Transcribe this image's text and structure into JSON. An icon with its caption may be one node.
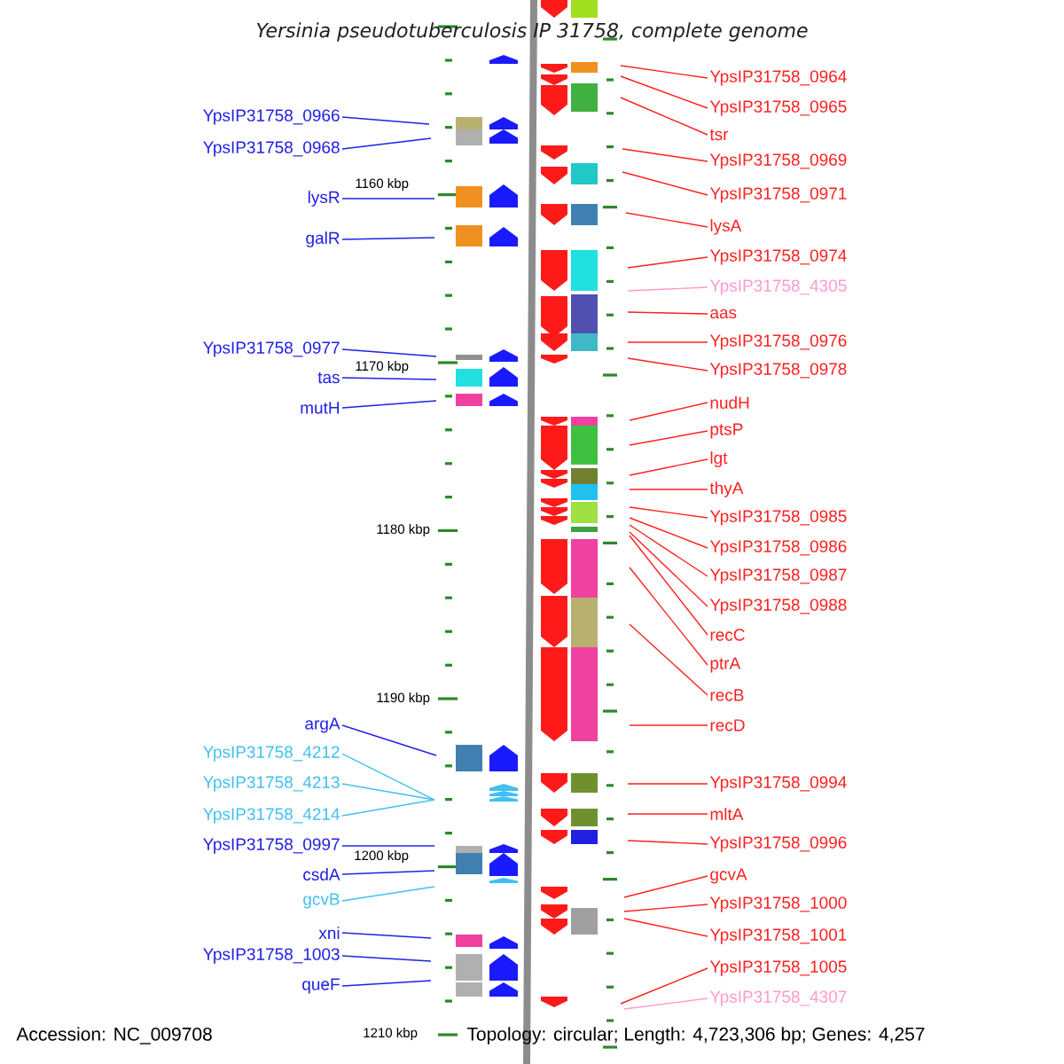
{
  "diagram": {
    "title": "Yersinia pseudotuberculosis IP 31758, complete genome",
    "nodes": [
      {
        "text": [
          "YpsIP31758_0966"
        ]
      },
      {
        "text": [
          "YpsIP31758_0968"
        ]
      },
      {
        "text": [
          "lysR"
        ]
      },
      {
        "text": [
          "galR"
        ]
      },
      {
        "text": [
          "YpsIP31758_0977"
        ]
      },
      {
        "text": [
          "tas"
        ]
      },
      {
        "text": [
          "mutH"
        ]
      },
      {
        "text": [
          "argA"
        ]
      },
      {
        "text": [
          "YpsIP31758_4212"
        ]
      },
      {
        "text": [
          "YpsIP31758_4213"
        ]
      },
      {
        "text": [
          "YpsIP31758_4214"
        ]
      },
      {
        "text": [
          "YpsIP31758_0997"
        ]
      },
      {
        "text": [
          "csdA"
        ]
      },
      {
        "text": [
          "gcvB"
        ]
      },
      {
        "text": [
          "xni"
        ]
      },
      {
        "text": [
          "YpsIP31758_1003"
        ]
      },
      {
        "text": [
          "queF"
        ]
      },
      {
        "text": [
          "YpsIP31758_0964"
        ]
      },
      {
        "text": [
          "YpsIP31758_0965"
        ]
      },
      {
        "text": [
          "tsr"
        ]
      },
      {
        "text": [
          "YpsIP31758_0969"
        ]
      },
      {
        "text": [
          "YpsIP31758_0971"
        ]
      },
      {
        "text": [
          "lysA"
        ]
      },
      {
        "text": [
          "YpsIP31758_0974"
        ]
      },
      {
        "text": [
          "YpsIP31758_4305"
        ]
      },
      {
        "text": [
          "aas"
        ]
      },
      {
        "text": [
          "YpsIP31758_0976"
        ]
      },
      {
        "text": [
          "YpsIP31758_0978"
        ]
      },
      {
        "text": [
          "nudH"
        ]
      },
      {
        "text": [
          "ptsP"
        ]
      },
      {
        "text": [
          "lgt"
        ]
      },
      {
        "text": [
          "thyA"
        ]
      },
      {
        "text": [
          "YpsIP31758_0985"
        ]
      },
      {
        "text": [
          "YpsIP31758_0986"
        ]
      },
      {
        "text": [
          "YpsIP31758_0987"
        ]
      },
      {
        "text": [
          "YpsIP31758_0988"
        ]
      },
      {
        "text": [
          "recC"
        ]
      },
      {
        "text": [
          "ptrA"
        ]
      },
      {
        "text": [
          "recB"
        ]
      },
      {
        "text": [
          "recD"
        ]
      },
      {
        "text": [
          "YpsIP31758_0994"
        ]
      },
      {
        "text": [
          "mltA"
        ]
      },
      {
        "text": [
          "YpsIP31758_0996"
        ]
      },
      {
        "text": [
          "gcvA"
        ]
      },
      {
        "text": [
          "YpsIP31758_1000"
        ]
      },
      {
        "text": [
          "YpsIP31758_1001"
        ]
      },
      {
        "text": [
          "YpsIP31758_1005"
        ]
      },
      {
        "text": [
          "YpsIP31758_4307"
        ]
      }
    ],
    "edges": [
      {
        "from": 0,
        "to": null,
        "arrow": "none",
        "color": "#2020e8"
      },
      {
        "from": 1,
        "to": null,
        "arrow": "none",
        "color": "#2020e8"
      },
      {
        "from": 2,
        "to": null,
        "arrow": "none",
        "color": "#2020e8"
      },
      {
        "from": 3,
        "to": null,
        "arrow": "none",
        "color": "#2020e8"
      },
      {
        "from": 4,
        "to": null,
        "arrow": "none",
        "color": "#2020e8"
      },
      {
        "from": 5,
        "to": null,
        "arrow": "none",
        "color": "#2020e8"
      },
      {
        "from": 6,
        "to": null,
        "arrow": "none",
        "color": "#2020e8"
      },
      {
        "from": 7,
        "to": null,
        "arrow": "none",
        "color": "#2020e8"
      },
      {
        "from": 8,
        "to": null,
        "arrow": "none",
        "color": "#40c0f0"
      },
      {
        "from": 9,
        "to": null,
        "arrow": "none",
        "color": "#40c0f0"
      },
      {
        "from": 10,
        "to": null,
        "arrow": "none",
        "color": "#40c0f0"
      },
      {
        "from": 11,
        "to": null,
        "arrow": "none",
        "color": "#2020e8"
      },
      {
        "from": 12,
        "to": null,
        "arrow": "none",
        "color": "#2020e8"
      },
      {
        "from": 13,
        "to": null,
        "arrow": "none",
        "color": "#40c0f0"
      },
      {
        "from": 14,
        "to": null,
        "arrow": "none",
        "color": "#2020e8"
      },
      {
        "from": 15,
        "to": null,
        "arrow": "none",
        "color": "#2020e8"
      },
      {
        "from": 16,
        "to": null,
        "arrow": "none",
        "color": "#2020e8"
      },
      {
        "from": 17,
        "to": null,
        "arrow": "none"
      },
      {
        "from": 18,
        "to": null,
        "arrow": "none"
      },
      {
        "from": 19,
        "to": null,
        "arrow": "none"
      },
      {
        "from": 20,
        "to": null,
        "arrow": "none"
      },
      {
        "from": 21,
        "to": null,
        "arrow": "none"
      },
      {
        "from": 22,
        "to": null,
        "arrow": "none"
      },
      {
        "from": 23,
        "to": null,
        "arrow": "none"
      },
      {
        "from": 24,
        "to": null,
        "arrow": "none",
        "color": "#ff99cc"
      },
      {
        "from": 25,
        "to": null,
        "arrow": "none"
      },
      {
        "from": 26,
        "to": null,
        "arrow": "none"
      },
      {
        "from": 27,
        "to": null,
        "arrow": "none"
      },
      {
        "from": 28,
        "to": null,
        "arrow": "none"
      },
      {
        "from": 29,
        "to": null,
        "arrow": "none"
      },
      {
        "from": 30,
        "to": null,
        "arrow": "none"
      },
      {
        "from": 31,
        "to": null,
        "arrow": "none"
      },
      {
        "from": 32,
        "to": null,
        "arrow": "none"
      },
      {
        "from": 33,
        "to": null,
        "arrow": "none"
      },
      {
        "from": 34,
        "to": null,
        "arrow": "none"
      },
      {
        "from": 35,
        "to": null,
        "arrow": "none"
      },
      {
        "from": 36,
        "to": null,
        "arrow": "none"
      },
      {
        "from": 37,
        "to": null,
        "arrow": "none"
      },
      {
        "from": 38,
        "to": null,
        "arrow": "none"
      },
      {
        "from": 39,
        "to": null,
        "arrow": "none"
      },
      {
        "from": 40,
        "to": null,
        "arrow": "none"
      },
      {
        "from": 41,
        "to": null,
        "arrow": "none"
      },
      {
        "from": 42,
        "to": null,
        "arrow": "none"
      },
      {
        "from": 43,
        "to": null,
        "arrow": "none"
      },
      {
        "from": 44,
        "to": null,
        "arrow": "none"
      },
      {
        "from": 45,
        "to": null,
        "arrow": "none"
      },
      {
        "from": 46,
        "to": null,
        "arrow": "none"
      },
      {
        "from": 47,
        "to": null,
        "arrow": "none",
        "color": "#ff99cc"
      }
    ],
    "labels": [
      "1160 kbp",
      "1170 kbp",
      "1180 kbp",
      "1190 kbp",
      "1200 kbp",
      "1210 kbp",
      "Accession: NC_009708",
      "Topology: circular; Length: 4,723,306 bp; Genes: 4,257"
    ]
  }
}
